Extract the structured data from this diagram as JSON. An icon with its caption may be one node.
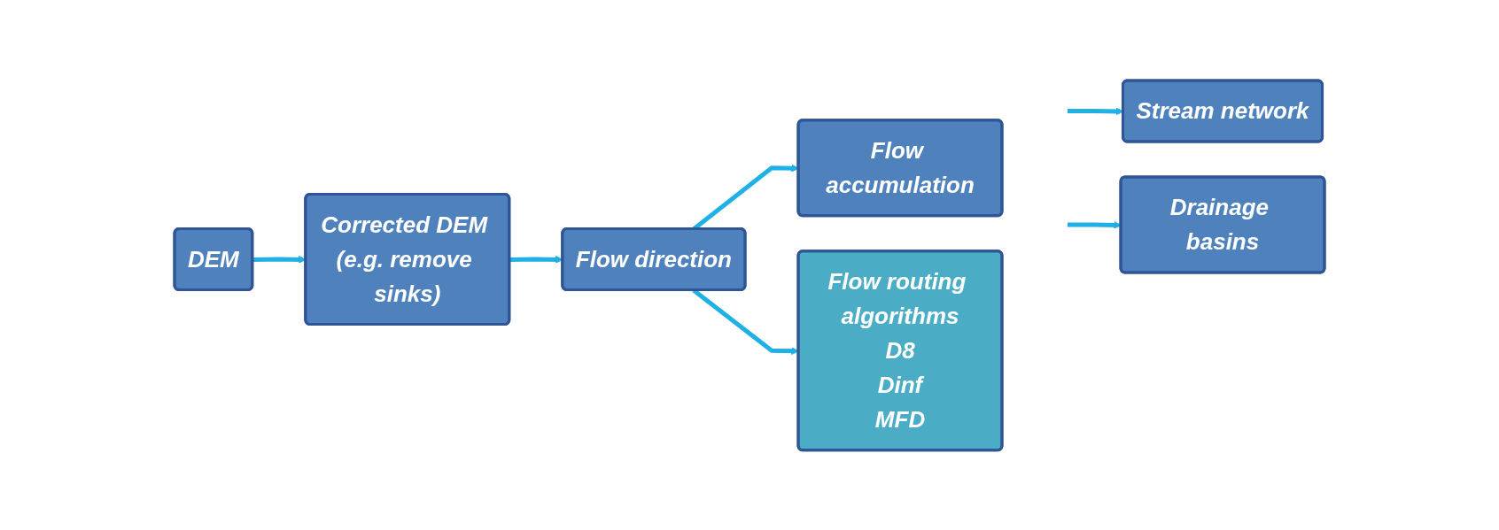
{
  "diagram": {
    "nodes": [
      {
        "text": [
          "DEM"
        ]
      },
      {
        "text": [
          "Corrected DEM (e.g. remove sinks)"
        ]
      },
      {
        "text": [
          "Flow direction"
        ]
      },
      {
        "text": [
          "Flow accumulation"
        ]
      },
      {
        "text": [
          "Stream network"
        ]
      },
      {
        "text": [
          "Drainage basins"
        ]
      },
      {
        "text": [
          "Flow routing algorithms",
          "D8",
          "Dinf",
          "MFD"
        ]
      }
    ],
    "edges": [
      {
        "from": 0,
        "to": 1,
        "arrow": "to"
      },
      {
        "from": 1,
        "to": 2,
        "arrow": "to"
      },
      {
        "from": 2,
        "to": 3,
        "arrow": "to"
      },
      {
        "from": 2,
        "to": 6,
        "arrow": "to"
      },
      {
        "from": null,
        "to": 4,
        "arrow": "to"
      },
      {
        "from": null,
        "to": 5,
        "arrow": "to"
      }
    ]
  }
}
